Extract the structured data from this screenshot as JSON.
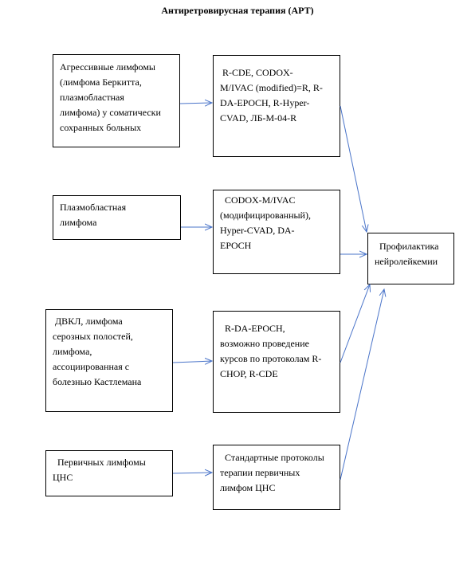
{
  "title": "Антиретровирусная терапия (АРТ)",
  "left_boxes": [
    {
      "lines": [
        "Агрессивные лимфомы",
        "(лимфома Беркитта,",
        "плазмобластная",
        "лимфома) у соматически",
        "сохранных больных"
      ]
    },
    {
      "lines": [
        "Плазмобластная",
        "лимфома"
      ]
    },
    {
      "lines": [
        " ДВКЛ, лимфома",
        "серозных полостей,",
        "лимфома,",
        "ассоциированная с",
        "болезнью Кастлемана"
      ]
    },
    {
      "lines": [
        "  Первичных лимфомы",
        "ЦНС"
      ]
    }
  ],
  "middle_boxes": [
    {
      "lines": [
        " R-CDE, CODOX-",
        "M/IVAC (modified)=R, R-",
        "DA-EPOCH, R-Hyper-",
        "CVAD, ЛБ-М-04-R"
      ]
    },
    {
      "lines": [
        "  CODOX-M/IVAC",
        "(модифицированный),",
        "Hyper-CVAD, DA-",
        "EPOCH"
      ]
    },
    {
      "lines": [
        "  R-DA-EPOCH,",
        "возможно проведение",
        "курсов по протоколам R-",
        "CHOP, R-CDE"
      ]
    },
    {
      "lines": [
        "  Стандартные протоколы",
        "терапии первичных",
        "лимфом ЦНС"
      ]
    }
  ],
  "right_box": {
    "lines": [
      "  Профилактика",
      "нейролейкемии"
    ]
  }
}
